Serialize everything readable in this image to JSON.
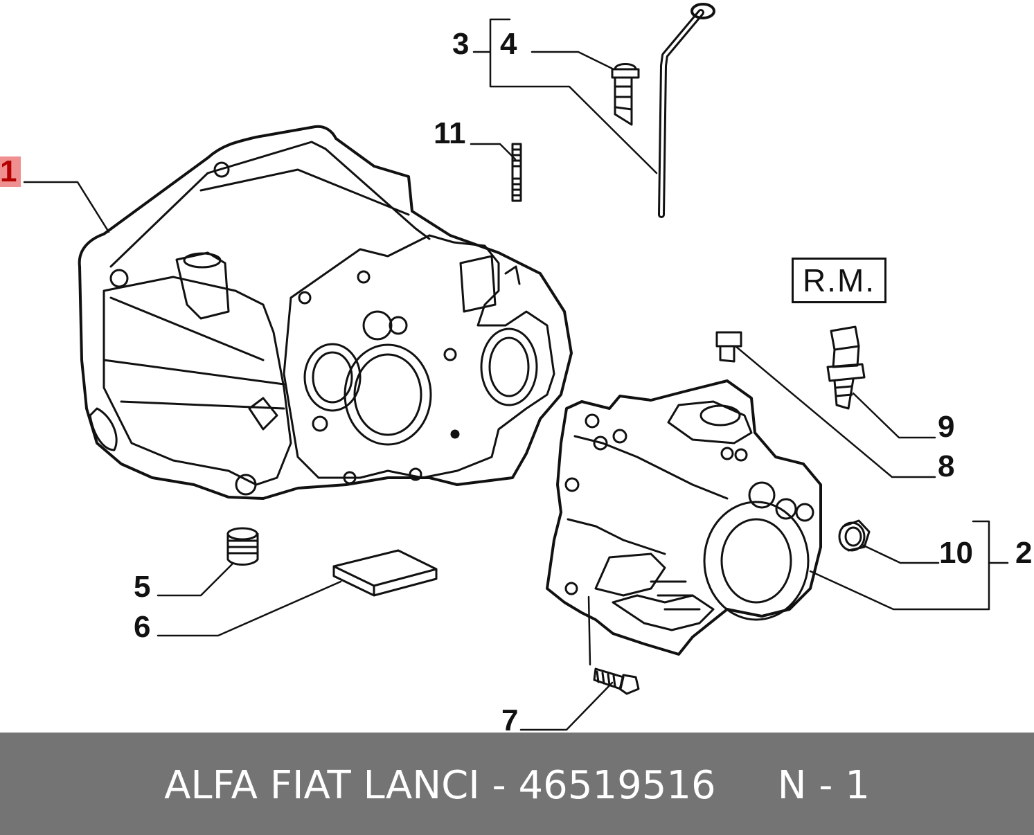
{
  "callouts": {
    "c1": "1",
    "c2": "2",
    "c3": "3",
    "c4": "4",
    "c5": "5",
    "c6": "6",
    "c7": "7",
    "c8": "8",
    "c9": "9",
    "c10": "10",
    "c11": "11"
  },
  "highlight_color": "#f08f8f",
  "rm_label": "R.M.",
  "footer": {
    "text": "ALFA FIAT LANCI - 46519516     N - 1",
    "background": "#747474"
  }
}
